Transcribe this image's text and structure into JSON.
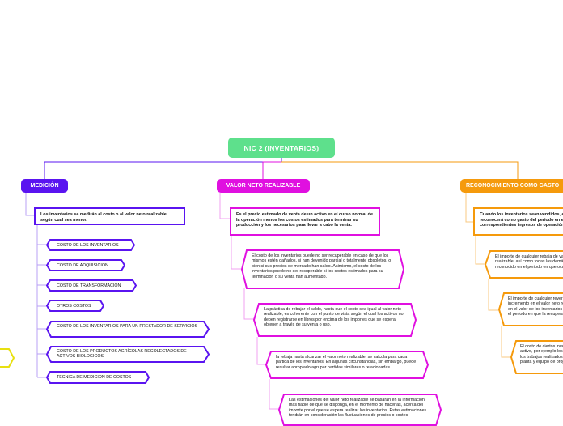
{
  "root": {
    "label": "NIC 2 (INVENTARIOS)",
    "color": "#5ee08c"
  },
  "branches": [
    {
      "label": "MEDICIÓN",
      "color": "#5a14f0",
      "summary": "Los inventarios se medirán al costo o al valor neto realizable, según cual sea menor.",
      "items": [
        "COSTO DE LOS INVENTARIOS",
        "COSTO DE ADQUISICION",
        "COSTO DE TRANSFORMACION",
        "OTROS COSTOS",
        "COSTO DE LOS INVENTARIOS PARA UN PRESTADOR DE SERVICIOS",
        "COSTO DE LOS PRODUCTOS AGRÍCOLAS RECOLECTADOS DE ACTIVOS BIOLOGICOS",
        "TECNICA DE MEDICION DE COSTOS"
      ]
    },
    {
      "label": "VALOR NETO REALIZABLE",
      "color": "#e010e0",
      "summary": "Es el precio estimado de venta de un activo en el curso normal de la operación menos los costos estimados para terminar su producción y los necesarios para llevar a cabo la venta.",
      "items": [
        "El costo de los inventarios puede no ser recuperable en caso de que los mismos estén dañados, si han devenido parcial o totalmente obsoletos, o bien si sus precios de mercado han caído. Asimismo, el costo de los inventarios puede no ser recuperable si los costos estimados para su terminación o su venta han aumentado.",
        "La práctica de rebajar el saldo, hasta que el costo sea igual al valor neto realizable, es coherente con el punto de vista según el cual los activos no deben registrarse en libros por encima de los importes que se espera obtener a través de su venta o uso.",
        "la rebaja hasta alcanzar el valor neto realizable, se calcula para cada partida de los inventarios. En algunas circunstancias, sin embargo, puede resultar apropiado agrupar partidas similares o relacionadas.",
        "Las estimaciones del valor neto realizable se basarán en la información más fiable de que se disponga, en el momento de hacerlas, acerca del importe por el que se espera realizar los inventarios. Estas estimaciones tendrán en consideración las fluctuaciones de precios o costes"
      ]
    },
    {
      "label": "RECONOCIMIENTO COMO GASTO",
      "color": "#f59a0c",
      "summary": "Cuando los inventarios sean vendidos, el importe en libros de los mismos se reconocerá como gasto del periodo en el que se reconozcan los correspondientes ingresos de operación.",
      "items": [
        "El importe de cualquier rebaja de valor, hasta alcanzar el valor neto realizable, así como todas las demás pérdidas en los inventarios, será reconocido en el periodo en que ocurra la rebaja o la pérdida.",
        "El importe de cualquier reversión de la rebaja de valor que resulte de un incremento en el valor neto realizable, se reconocerá como una reducción en el valor de los inventarios que hayan sido reconocidos como gasto en el periodo en que la recuperación del valor tenga lugar.",
        "El costo de ciertos inventarios puede ser incorporado a otras cuentas de activo, por ejemplo los inventarios que se emplean como componentes de los trabajos realizados por la entidad para los elementos de propiedades, planta y equipo de propia construcción."
      ]
    }
  ],
  "side_node_color": "#e8e010"
}
